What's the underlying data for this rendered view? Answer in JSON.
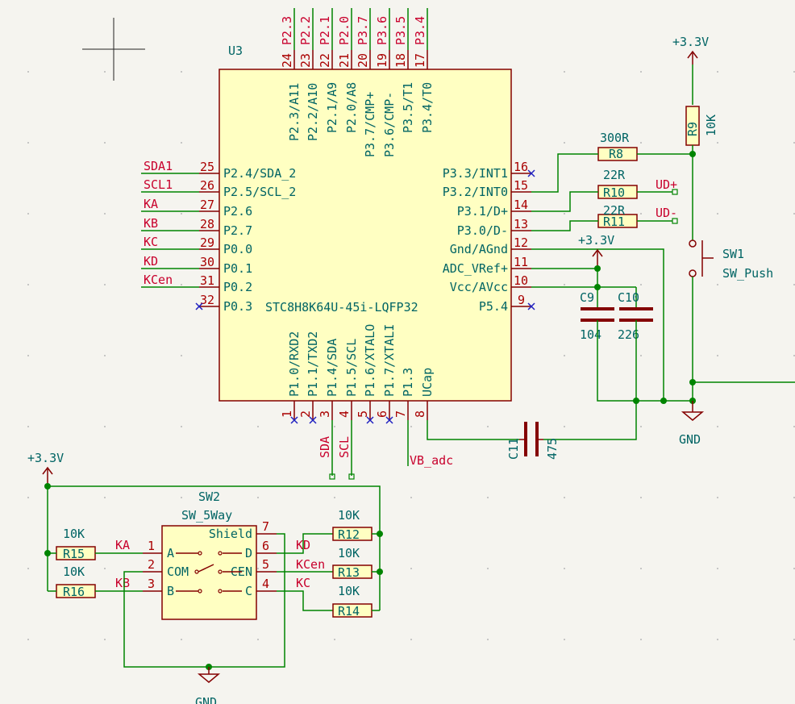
{
  "colors": {
    "background": "#f5f4ef",
    "wire": "#008400",
    "symbol_outline": "#840000",
    "symbol_fill": "#ffffc2",
    "pin_number": "#a90000",
    "pin_name": "#006464",
    "net_label": "#c8002c",
    "no_connect": "#2020c0"
  },
  "u3": {
    "ref": "U3",
    "value": "STC8H8K64U-45i-LQFP32",
    "left_pins": [
      {
        "num": "25",
        "name": "P2.4/SDA_2",
        "net": "SDA1"
      },
      {
        "num": "26",
        "name": "P2.5/SCL_2",
        "net": "SCL1"
      },
      {
        "num": "27",
        "name": "P2.6",
        "net": "KA"
      },
      {
        "num": "28",
        "name": "P2.7",
        "net": "KB"
      },
      {
        "num": "29",
        "name": "P0.0",
        "net": "KC"
      },
      {
        "num": "30",
        "name": "P0.1",
        "net": "KD"
      },
      {
        "num": "31",
        "name": "P0.2",
        "net": "KCen"
      },
      {
        "num": "32",
        "name": "P0.3",
        "net": ""
      }
    ],
    "right_pins": [
      {
        "num": "16",
        "name": "P3.3/INT1"
      },
      {
        "num": "15",
        "name": "P3.2/INT0"
      },
      {
        "num": "14",
        "name": "P3.1/D+"
      },
      {
        "num": "13",
        "name": "P3.0/D-"
      },
      {
        "num": "12",
        "name": "Gnd/AGnd"
      },
      {
        "num": "11",
        "name": "ADC_VRef+"
      },
      {
        "num": "10",
        "name": "Vcc/AVcc"
      },
      {
        "num": "9",
        "name": "P5.4"
      }
    ],
    "top_pins": [
      {
        "num": "24",
        "name": "P2.3/A11",
        "net": "P2.3"
      },
      {
        "num": "23",
        "name": "P2.2/A10",
        "net": "P2.2"
      },
      {
        "num": "22",
        "name": "P2.1/A9",
        "net": "P2.1"
      },
      {
        "num": "21",
        "name": "P2.0/A8",
        "net": "P2.0"
      },
      {
        "num": "20",
        "name": "P3.7/CMP+",
        "net": "P3.7"
      },
      {
        "num": "19",
        "name": "P3.6/CMP-",
        "net": "P3.6"
      },
      {
        "num": "18",
        "name": "P3.5/T1",
        "net": "P3.5"
      },
      {
        "num": "17",
        "name": "P3.4/T0",
        "net": "P3.4"
      }
    ],
    "bottom_pins": [
      {
        "num": "1",
        "name": "P1.0/RXD2"
      },
      {
        "num": "2",
        "name": "P1.1/TXD2"
      },
      {
        "num": "3",
        "name": "P1.4/SDA"
      },
      {
        "num": "4",
        "name": "P1.5/SCL"
      },
      {
        "num": "5",
        "name": "P1.6/XTALO"
      },
      {
        "num": "6",
        "name": "P1.7/XTALI"
      },
      {
        "num": "7",
        "name": "P1.3"
      },
      {
        "num": "8",
        "name": "UCap"
      }
    ]
  },
  "net_labels": {
    "sda": "SDA",
    "scl": "SCL",
    "vb_adc": "VB_adc",
    "ud_plus": "UD+",
    "ud_minus": "UD-",
    "ka": "KA",
    "kb": "KB",
    "kc": "KC",
    "kd": "KD",
    "kcen": "KCen"
  },
  "power": {
    "v33": "+3.3V",
    "gnd": "GND"
  },
  "parts": {
    "r8": {
      "ref": "R8",
      "value": "300R"
    },
    "r9": {
      "ref": "R9",
      "value": "10K"
    },
    "r10": {
      "ref": "R10",
      "value": "22R"
    },
    "r11": {
      "ref": "R11",
      "value": "22R"
    },
    "r12": {
      "ref": "R12",
      "value": "10K"
    },
    "r13": {
      "ref": "R13",
      "value": "10K"
    },
    "r14": {
      "ref": "R14",
      "value": "10K"
    },
    "r15": {
      "ref": "R15",
      "value": "10K"
    },
    "r16": {
      "ref": "R16",
      "value": "10K"
    },
    "c9": {
      "ref": "C9",
      "value": "104"
    },
    "c10": {
      "ref": "C10",
      "value": "226"
    },
    "c11": {
      "ref": "C11",
      "value": "475"
    },
    "sw1": {
      "ref": "SW1",
      "value": "SW_Push"
    },
    "sw2": {
      "ref": "SW2",
      "value": "SW_5Way",
      "pins": [
        {
          "num": "1",
          "name": "A"
        },
        {
          "num": "2",
          "name": "COM"
        },
        {
          "num": "3",
          "name": "B"
        },
        {
          "num": "7",
          "name": "Shield"
        },
        {
          "num": "6",
          "name": "D"
        },
        {
          "num": "5",
          "name": "CEN"
        },
        {
          "num": "4",
          "name": "C"
        }
      ]
    }
  }
}
